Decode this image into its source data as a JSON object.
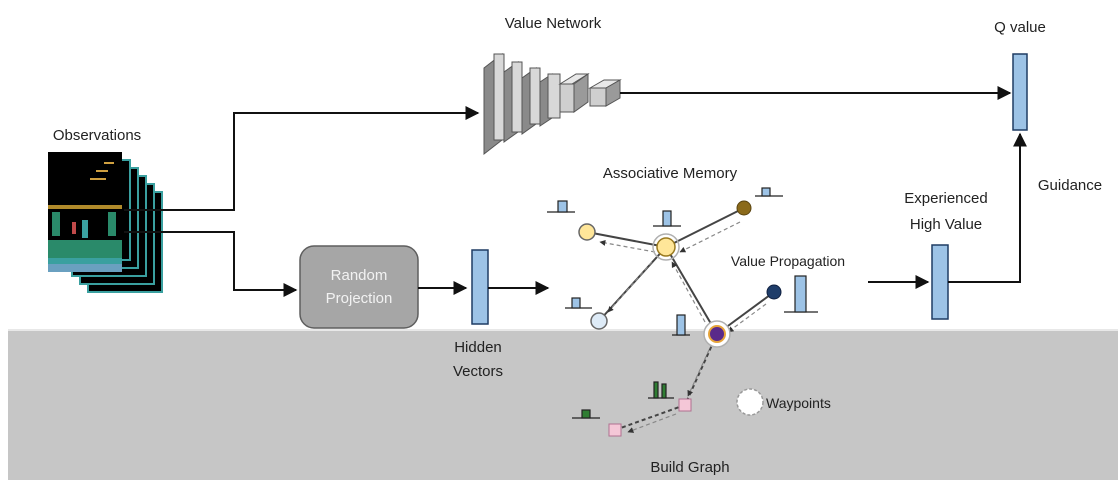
{
  "labels": {
    "value_network": "Value Network",
    "q_value": "Q value",
    "observations": "Observations",
    "associative_memory": "Associative Memory",
    "guidance": "Guidance",
    "experienced_line1": "Experienced",
    "experienced_line2": "High Value",
    "random_line1": "Random",
    "random_line2": "Projection",
    "value_propagation": "Value Propagation",
    "hidden_line1": "Hidden",
    "hidden_line2": "Vectors",
    "waypoints": "Waypoints",
    "build_graph": "Build Graph"
  },
  "colors": {
    "background_top": "#ffffff",
    "background_bottom": "#c6c6c6",
    "vector_fill": "#9dc3e6",
    "vector_stroke": "#1f3c64",
    "projection_box": "#a6a6a6",
    "node_blue_light": "#deebf7",
    "node_yellow": "#ffe699",
    "node_brown": "#8b6a1a",
    "node_navy": "#1f3d6a",
    "node_purple": "#5a2a8a",
    "node_pink": "#f4c7d7",
    "waypoint_dash": "#e6a43a",
    "histogram_green": "#2e7d32"
  }
}
